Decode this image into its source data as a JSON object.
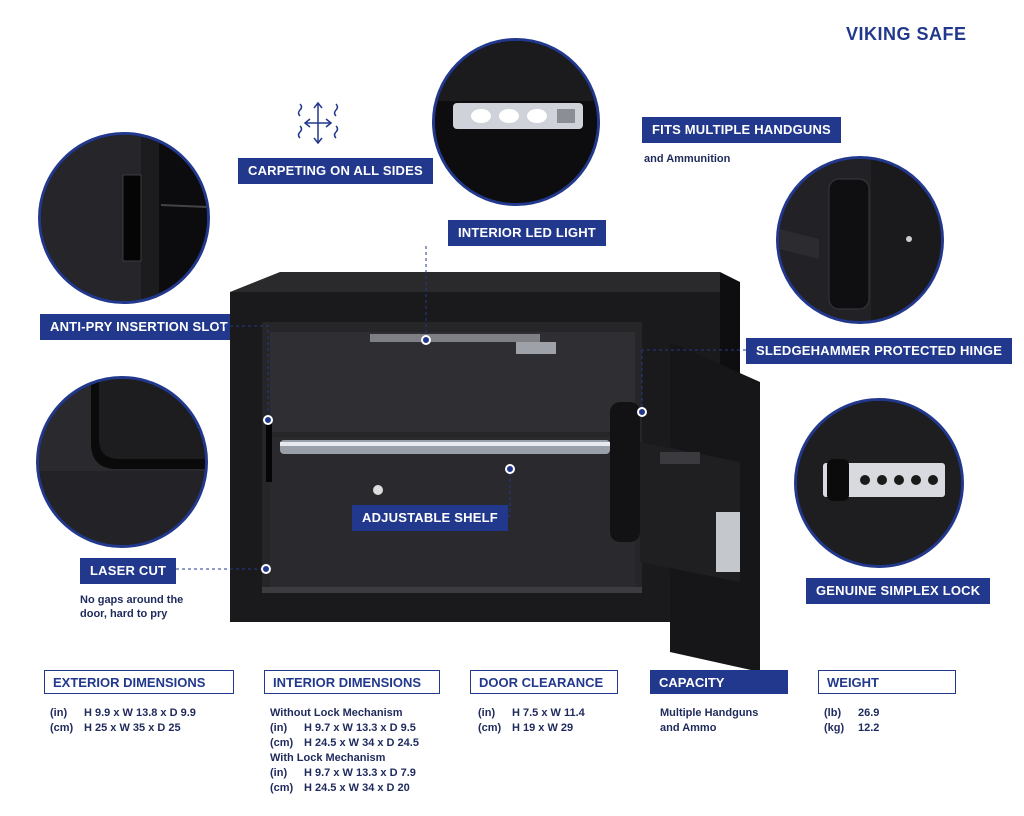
{
  "brand": {
    "name": "VIKING SAFE"
  },
  "callouts": {
    "carpeting": "CARPETING ON ALL SIDES",
    "handguns": "FITS MULTIPLE  HANDGUNS",
    "handguns_sub": "and Ammunition",
    "led": "INTERIOR LED LIGHT",
    "anti_pry": "ANTI-PRY INSERTION SLOT",
    "hinge": "SLEDGEHAMMER PROTECTED HINGE",
    "shelf": "ADJUSTABLE SHELF",
    "laser": "LASER CUT",
    "laser_sub_1": "No gaps around the",
    "laser_sub_2": "door, hard to pry",
    "lock": "GENUINE SIMPLEX LOCK"
  },
  "specs": {
    "exterior": {
      "title": "EXTERIOR DIMENSIONS",
      "rows": [
        {
          "unit": "(in)",
          "value": "H 9.9 x W 13.8  x D 9.9"
        },
        {
          "unit": "(cm)",
          "value": "H 25 x W 35 x D 25"
        }
      ]
    },
    "interior": {
      "title": "INTERIOR DIMENSIONS",
      "without_label": "Without Lock Mechanism",
      "without_rows": [
        {
          "unit": "(in)",
          "value": "H 9.7 x W 13.3 x D 9.5"
        },
        {
          "unit": "(cm)",
          "value": "H 24.5 x W 34 x D 24.5"
        }
      ],
      "with_label": "With Lock Mechanism",
      "with_rows": [
        {
          "unit": "(in)",
          "value": "H 9.7 x W 13.3 x D 7.9"
        },
        {
          "unit": "(cm)",
          "value": "H 24.5 x W 34 x D 20"
        }
      ]
    },
    "door": {
      "title": "DOOR CLEARANCE",
      "rows": [
        {
          "unit": "(in)",
          "value": "H 7.5 x W 11.4"
        },
        {
          "unit": "(cm)",
          "value": "H 19 x W 29"
        }
      ]
    },
    "capacity": {
      "title": "CAPACITY",
      "line1": "Multiple Handguns",
      "line2": "and Ammo"
    },
    "weight": {
      "title": "WEIGHT",
      "rows": [
        {
          "unit": "(lb)",
          "value": "26.9"
        },
        {
          "unit": "(kg)",
          "value": "12.2"
        }
      ]
    }
  },
  "colors": {
    "accent": "#22388c",
    "safe": "#1a1a1c"
  }
}
